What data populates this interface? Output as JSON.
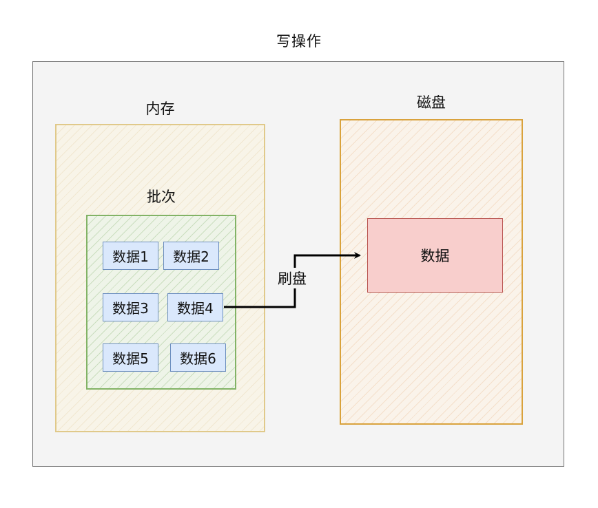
{
  "title": "写操作",
  "memory": {
    "label": "内存"
  },
  "batch": {
    "label": "批次",
    "items": [
      "数据1",
      "数据2",
      "数据3",
      "数据4",
      "数据5",
      "数据6"
    ]
  },
  "flush": {
    "label": "刷盘"
  },
  "disk": {
    "label": "磁盘",
    "data_label": "数据"
  },
  "colors": {
    "memory_border": "#e0c98a",
    "disk_border": "#d9a23c",
    "batch_border": "#82b366",
    "item_fill": "#dae8fc",
    "item_border": "#6c8ebf",
    "disk_data_fill": "#f8cecc",
    "disk_data_border": "#b85450"
  }
}
